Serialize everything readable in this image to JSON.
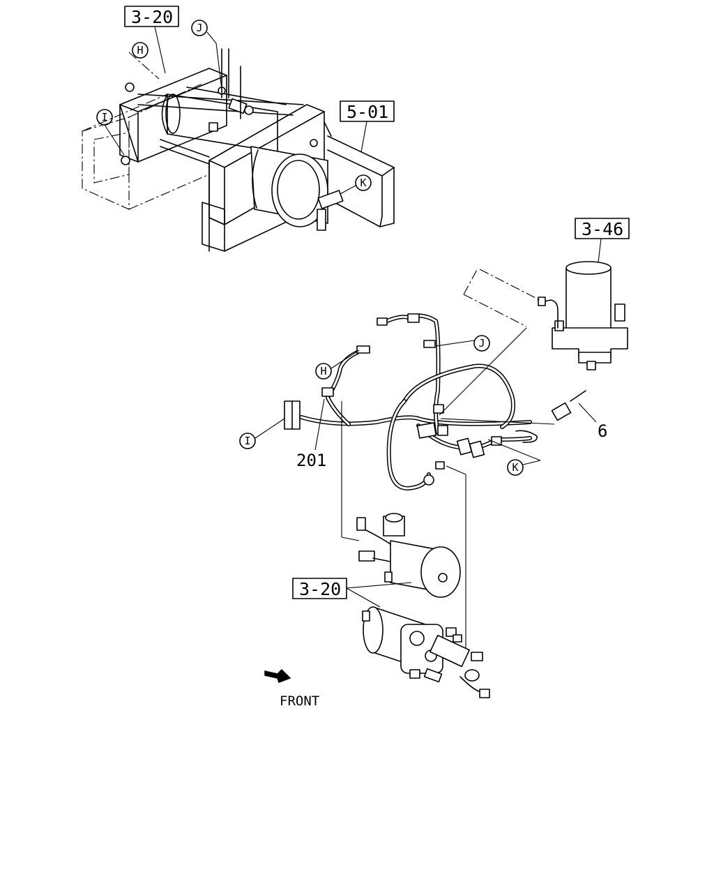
{
  "reference_boxes": {
    "top_left": "3-20",
    "top_frame": "5-01",
    "right_dryer": "3-46",
    "bottom_motors": "3-20"
  },
  "callouts": {
    "top": {
      "h": "H",
      "j": "J",
      "i": "I",
      "k": "K"
    },
    "harness": {
      "h": "H",
      "j": "J",
      "i": "I",
      "k": "K"
    }
  },
  "part_numbers": {
    "harness": "201",
    "sensor": "6"
  },
  "orientation": {
    "label": "FRONT"
  }
}
